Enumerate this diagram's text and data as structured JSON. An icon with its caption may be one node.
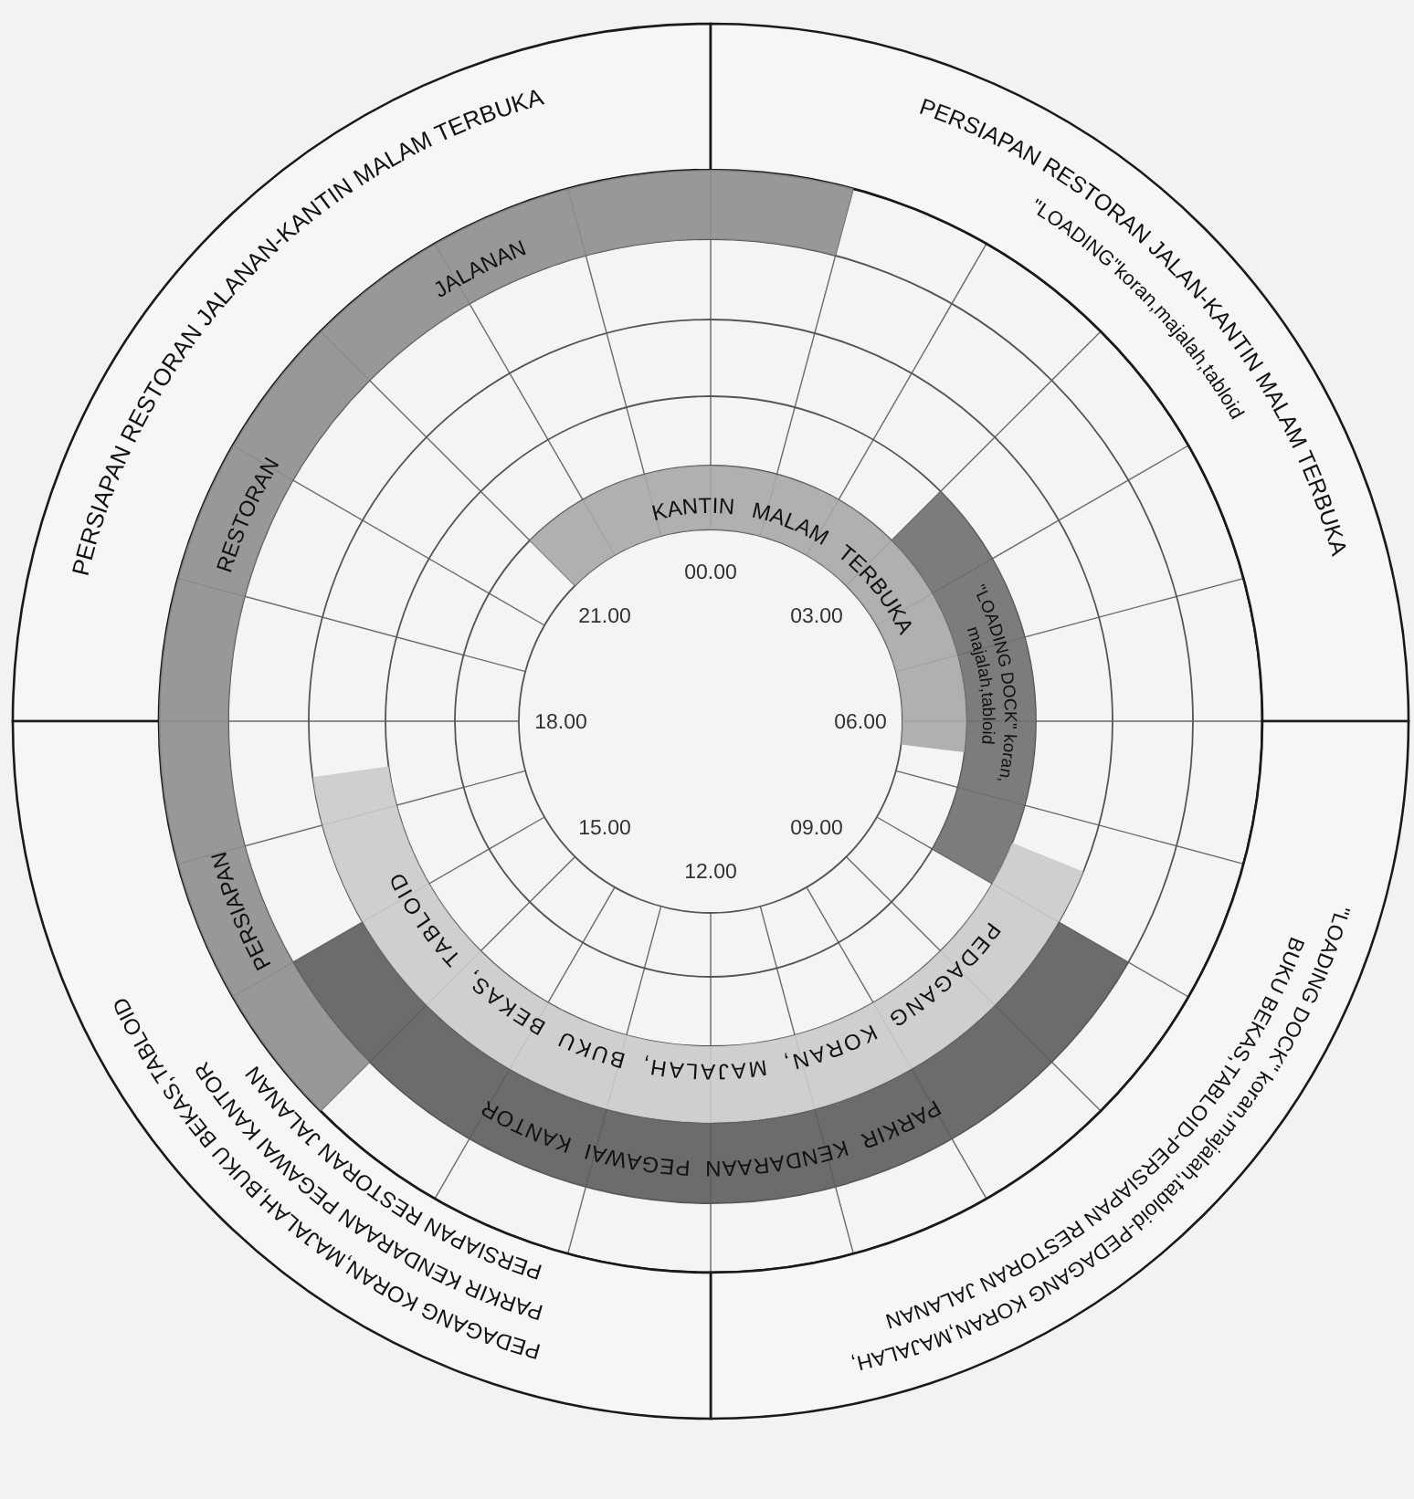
{
  "diagram": {
    "nodes": [
      {
        "text": [
          "PERSIAPAN RESTORAN JALANAN-KANTIN MALAM TERBUKA"
        ]
      },
      {
        "text": [
          "PERSIAPAN RESTORAN JALAN-KANTIN MALAM TERBUKA",
          "\"LOADING\"koran,majalah,tabloid"
        ]
      },
      {
        "text": [
          "\"LOADING DOCK\" koran,majalah,tabloid-PEDAGANG KORAN,MAJALAH, BUKU BEKAS,TABLOID-PERSIAPAN RESTORAN JALANAN"
        ]
      },
      {
        "text": [
          "PERSIAPAN RESTORAN JALANAN",
          "PARKIR KENDARAAN PEGAWAI KANTOR",
          "PEDAGANG KORAN,MAJALAH,BUKU BEKAS,TABLOID"
        ]
      },
      {
        "text": [
          "JALANAN",
          "RESTORAN",
          "PERSIAPAN"
        ]
      },
      {
        "text": [
          "KANTIN MALAM TERBUKA"
        ]
      },
      {
        "text": [
          "\"LOADING DOCK\" koran, majalah,tabloid"
        ]
      },
      {
        "text": [
          "PEDAGANG KORAN, MAJALAH, BUKU BEKAS, TABLOID"
        ]
      },
      {
        "text": [
          "PARKIR KENDARAAN PEGAWAI KANTOR"
        ]
      }
    ],
    "labels": [
      "00.00",
      "03.00",
      "06.00",
      "09.00",
      "12.00",
      "15.00",
      "18.00",
      "21.00"
    ]
  }
}
